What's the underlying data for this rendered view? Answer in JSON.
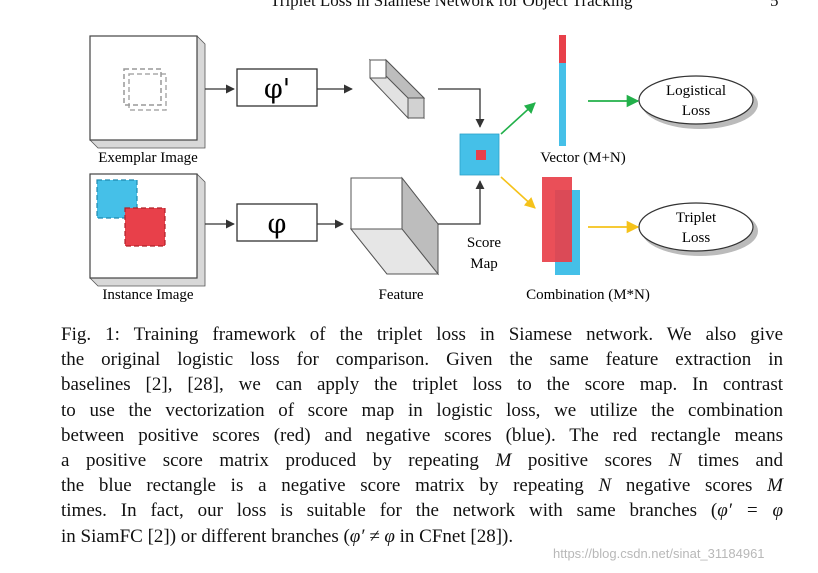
{
  "header": {
    "running_title": "Triplet Loss in Siamese Network for Object Tracking",
    "page_number": "5"
  },
  "figure": {
    "exemplar_label": "Exemplar Image",
    "instance_label": "Instance Image",
    "phi_prime": "φ'",
    "phi": "φ",
    "feature_label": "Feature",
    "score_map_label_1": "Score",
    "score_map_label_2": "Map",
    "vector_label": "Vector (M+N)",
    "combination_label": "Combination (M*N)",
    "logistical_loss_1": "Logistical",
    "logistical_loss_2": "Loss",
    "triplet_loss_1": "Triplet",
    "triplet_loss_2": "Loss",
    "colors": {
      "positive_red": "#e8404a",
      "negative_blue": "#45c0e8",
      "arrow_green": "#22b04a",
      "arrow_yellow": "#f5c21a"
    }
  },
  "caption": {
    "fig_label": "Fig. 1:",
    "l1": " Training framework of the triplet loss in Siamese network. We also give",
    "l2": "the original logistic loss for comparison. Given the same feature extraction in",
    "l3": "baselines [2], [28], we can apply the triplet loss to the score map. In contrast",
    "l4": "to use the vectorization of score map in logistic loss, we utilize the combination",
    "l5": "between positive scores (red) and negative scores (blue). The red rectangle means",
    "l6a": "a positive score matrix produced by repeating ",
    "l6m": "M",
    "l6b": " positive scores ",
    "l6n": "N",
    "l6c": " times and",
    "l7a": "the blue rectangle is a negative score matrix by repeating ",
    "l7n": "N",
    "l7b": " negative scores ",
    "l7m": "M",
    "l8a": "times. In fact, our loss is suitable for the network with same branches (",
    "l8math": "φ′ = φ",
    "l9a": "in SiamFC [2]) or different branches (",
    "l9math": "φ′ ≠ φ",
    "l9b": " in CFnet [28])."
  },
  "watermark": "https://blog.csdn.net/sinat_31184961"
}
